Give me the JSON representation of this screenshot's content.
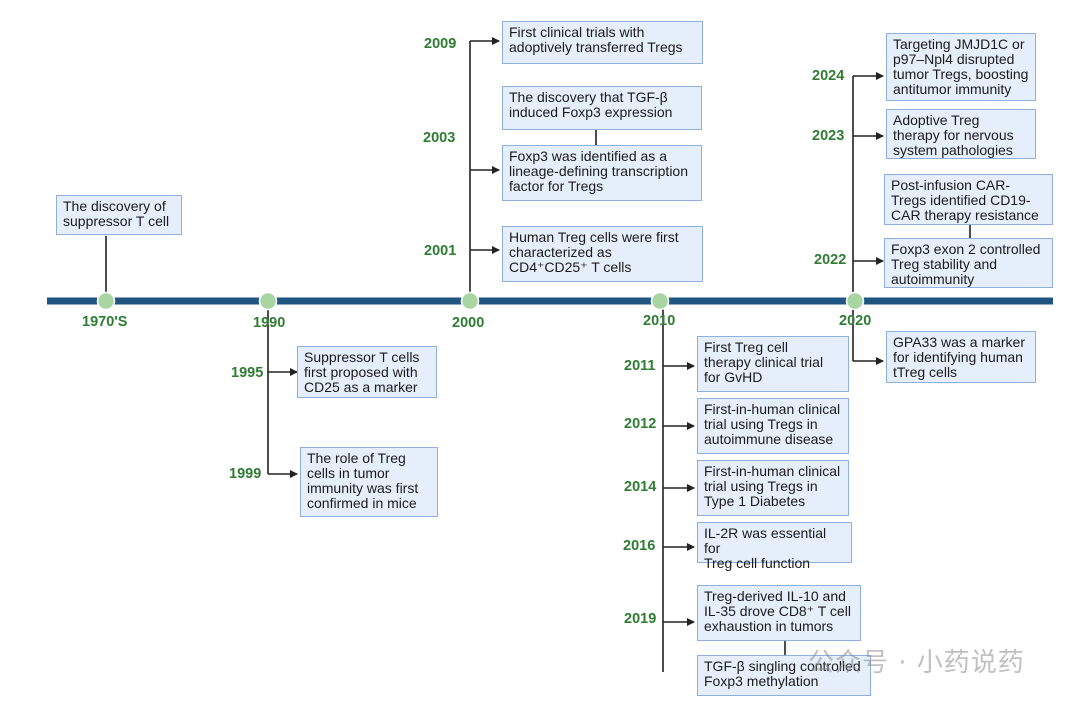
{
  "colors": {
    "timeline": "#1f5580",
    "node": "#a8d5a2",
    "label": "#2e7d32",
    "box_fill": "#e5eefb",
    "box_border": "#8fb0dd"
  },
  "decades": [
    "1970'S",
    "1990",
    "2000",
    "2010",
    "2020"
  ],
  "years": {
    "y1995": "1995",
    "y1999": "1999",
    "y2001": "2001",
    "y2003": "2003",
    "y2009": "2009",
    "y2011": "2011",
    "y2012": "2012",
    "y2014": "2014",
    "y2016": "2016",
    "y2019": "2019",
    "y2022": "2022",
    "y2023": "2023",
    "y2024": "2024"
  },
  "events": {
    "e1970": "The discovery of\nsuppressor T cell",
    "e1995": "Suppressor T cells\nfirst proposed with\nCD25 as a marker",
    "e1999": "The role of Treg\ncells in tumor\nimmunity was first\nconfirmed in mice",
    "e2001": "Human Treg cells were first\ncharacterized as\nCD4⁺CD25⁺ T cells",
    "e2003a": "The discovery that TGF-β\ninduced Foxp3 expression",
    "e2003b": "Foxp3 was identified as a\nlineage-defining transcription\nfactor for Tregs",
    "e2009": "First clinical trials with\nadoptively transferred Tregs",
    "e2011": "First Treg cell\ntherapy clinical trial\nfor GvHD",
    "e2012": "First-in-human clinical\ntrial using Tregs in\nautoimmune disease",
    "e2014": "First-in-human clinical\ntrial using Tregs in\nType 1 Diabetes",
    "e2016": "IL-2R was essential for\nTreg cell function",
    "e2019a": "Treg-derived IL-10 and\nIL-35 drove CD8⁺ T cell\nexhaustion in tumors",
    "e2019b": "TGF-β singling controlled\nFoxp3 methylation",
    "e2020": "GPA33 was a marker\nfor identifying human\ntTreg cells",
    "e2022a": "Post-infusion CAR-\nTregs  identified CD19-\nCAR therapy resistance",
    "e2022b": "Foxp3 exon 2 controlled\nTreg stability and\nautoimmunity",
    "e2023": "Adoptive Treg\ntherapy for nervous\nsystem pathologies",
    "e2024": "Targeting JMJD1C or\np97–Npl4 disrupted\ntumor Tregs, boosting\nantitumor immunity"
  },
  "watermark": "公众号 · 小药说药"
}
